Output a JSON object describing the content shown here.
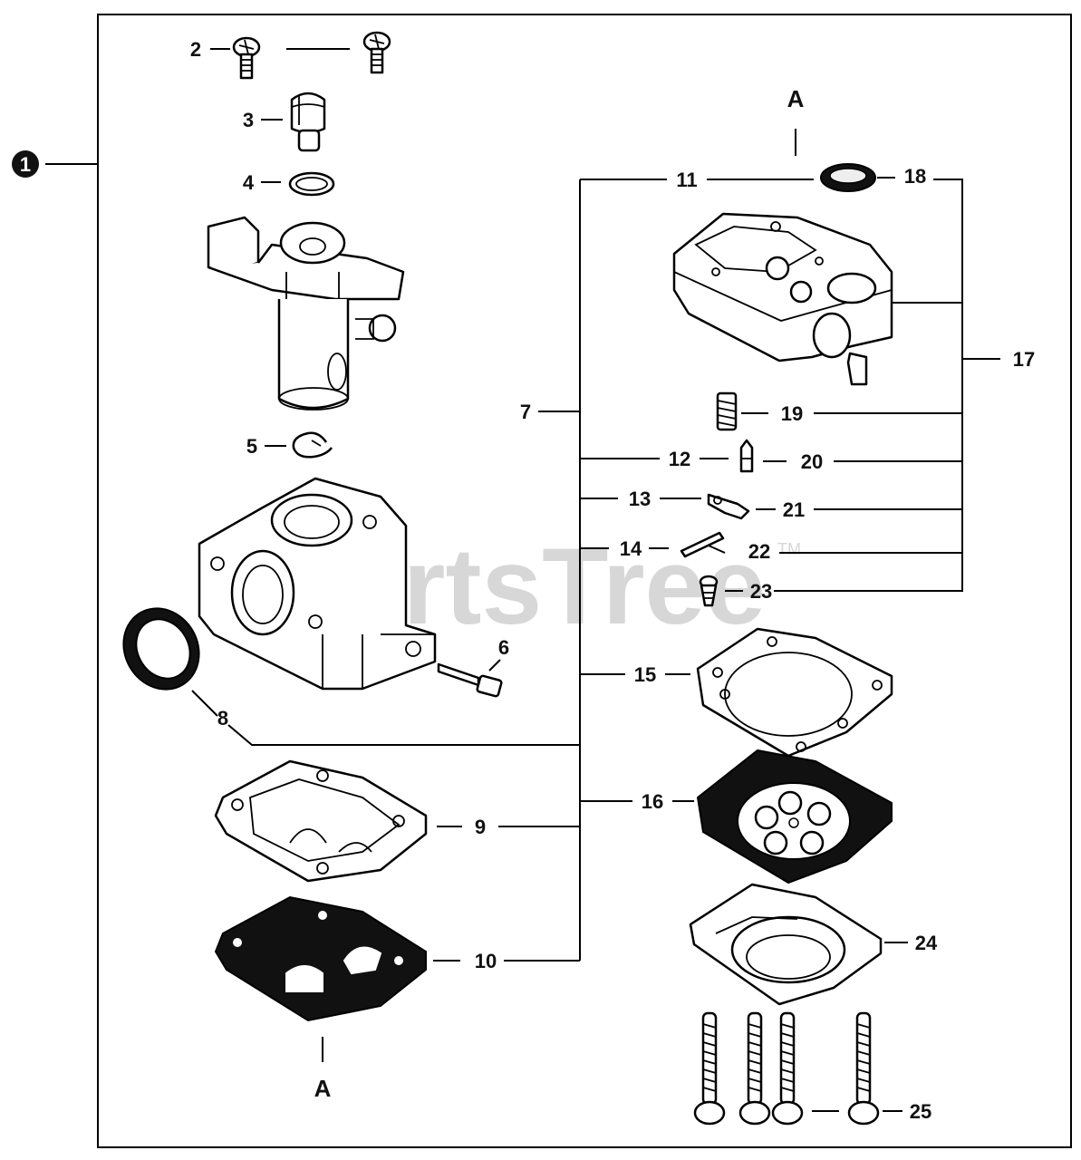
{
  "watermark": {
    "text": "PartsTree",
    "tm": "TM"
  },
  "assembly_badge": "1",
  "reference_marks": {
    "top": "A",
    "bottom": "A"
  },
  "callouts": {
    "c2": "2",
    "c3": "3",
    "c4": "4",
    "c5": "5",
    "c6": "6",
    "c7": "7",
    "c8": "8",
    "c9": "9",
    "c10": "10",
    "c11": "11",
    "c12": "12",
    "c13": "13",
    "c14": "14",
    "c15": "15",
    "c16": "16",
    "c17": "17",
    "c18": "18",
    "c19": "19",
    "c20": "20",
    "c21": "21",
    "c22": "22",
    "c23": "23",
    "c24": "24",
    "c25": "25"
  },
  "colors": {
    "line": "#000000",
    "watermark": "#d7d7d7",
    "background": "#ffffff"
  }
}
